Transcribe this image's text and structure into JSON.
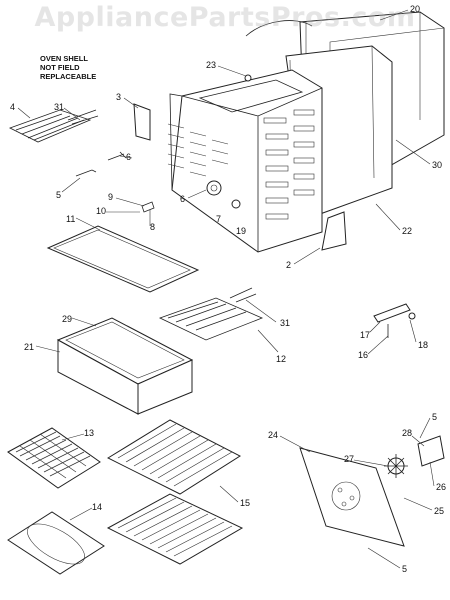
{
  "watermark": "AppliancePartsPros.com",
  "note": "OVEN SHELL\nNOT FIELD\nREPLACEABLE",
  "callouts": [
    {
      "id": "c20",
      "text": "20"
    },
    {
      "id": "c23",
      "text": "23"
    },
    {
      "id": "c3",
      "text": "3"
    },
    {
      "id": "c4",
      "text": "4"
    },
    {
      "id": "c31a",
      "text": "31"
    },
    {
      "id": "c6",
      "text": "6"
    },
    {
      "id": "c5a",
      "text": "5"
    },
    {
      "id": "c9",
      "text": "9"
    },
    {
      "id": "c10",
      "text": "10"
    },
    {
      "id": "c8",
      "text": "8"
    },
    {
      "id": "c6b",
      "text": "6"
    },
    {
      "id": "c7",
      "text": "7"
    },
    {
      "id": "c19",
      "text": "19"
    },
    {
      "id": "c30",
      "text": "30"
    },
    {
      "id": "c22",
      "text": "22"
    },
    {
      "id": "c2",
      "text": "2"
    },
    {
      "id": "c11",
      "text": "11"
    },
    {
      "id": "c29",
      "text": "29"
    },
    {
      "id": "c21",
      "text": "21"
    },
    {
      "id": "c31b",
      "text": "31"
    },
    {
      "id": "c12",
      "text": "12"
    },
    {
      "id": "c17",
      "text": "17"
    },
    {
      "id": "c16",
      "text": "16"
    },
    {
      "id": "c18",
      "text": "18"
    },
    {
      "id": "c13",
      "text": "13"
    },
    {
      "id": "c14",
      "text": "14"
    },
    {
      "id": "c15",
      "text": "15"
    },
    {
      "id": "c24",
      "text": "24"
    },
    {
      "id": "c27",
      "text": "27"
    },
    {
      "id": "c5b",
      "text": "5"
    },
    {
      "id": "c28",
      "text": "28"
    },
    {
      "id": "c26",
      "text": "26"
    },
    {
      "id": "c25",
      "text": "25"
    },
    {
      "id": "c5c",
      "text": "5"
    }
  ]
}
